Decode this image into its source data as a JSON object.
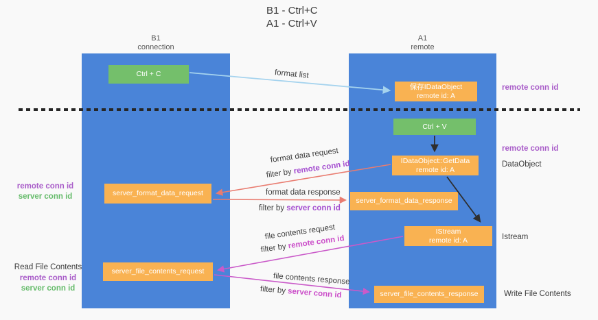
{
  "title": {
    "line1": "B1 - Ctrl+C",
    "line2": "A1 - Ctrl+V"
  },
  "lifelines": {
    "b1": {
      "name": "B1",
      "role": "connection"
    },
    "a1": {
      "name": "A1",
      "role": "remote"
    }
  },
  "nodes": {
    "ctrl_c": {
      "label": "Ctrl + C"
    },
    "ctrl_v": {
      "label": "Ctrl + V"
    },
    "save_idataobject": {
      "line1": "保存IDataObject",
      "line2": "remote id: A"
    },
    "idataobject_getdata": {
      "line1": "IDataObject::GetData",
      "line2": "remote id: A"
    },
    "istream": {
      "line1": "IStream",
      "line2": "remote id: A"
    },
    "server_format_data_request": {
      "label": "server_format_data_request"
    },
    "server_format_data_response": {
      "label": "server_format_data_response"
    },
    "server_file_contents_request": {
      "label": "server_file_contents_request"
    },
    "server_file_contents_response": {
      "label": "server_file_contents_response"
    }
  },
  "edge_labels": {
    "format_list": "format list",
    "format_data_request": "format data request",
    "filter_by_remote_1": {
      "prefix": "filter by ",
      "id_text": "remote conn id"
    },
    "format_data_response": "format data response",
    "filter_by_server_1": {
      "prefix": "filter by ",
      "id_text": "server conn id"
    },
    "file_contents_request": "file contents request",
    "filter_by_remote_2": {
      "prefix": "filter by ",
      "id_text": "remote conn id"
    },
    "file_contents_response": "file contents response",
    "filter_by_server_2": {
      "prefix": "filter by ",
      "id_text": "server conn id"
    }
  },
  "side_labels": {
    "right_remote_conn_id_1": "remote conn id",
    "right_remote_conn_id_2": "remote conn id",
    "right_dataobject": "DataObject",
    "right_istream": "Istream",
    "right_write_file_contents": "Write File Contents",
    "left_remote_conn_id_1": "remote conn id",
    "left_server_conn_id_1": "server conn id",
    "left_read_file_contents": "Read File Contents",
    "left_remote_conn_id_2": "remote conn id",
    "left_server_conn_id_2": "server conn id"
  },
  "colors": {
    "lane_blue": "#4a84d8",
    "box_green": "#74bf6b",
    "box_orange": "#f9b252",
    "arrow_light_blue": "#a5d3ee",
    "arrow_salmon": "#e97c70",
    "arrow_magenta": "#ca5ac9",
    "arrow_black": "#2e2e2e",
    "label_purple": "#a95dc9",
    "label_green": "#65bb6a",
    "filter_purple": "#a54fd0",
    "filter_magenta": "#cb4ec9"
  }
}
